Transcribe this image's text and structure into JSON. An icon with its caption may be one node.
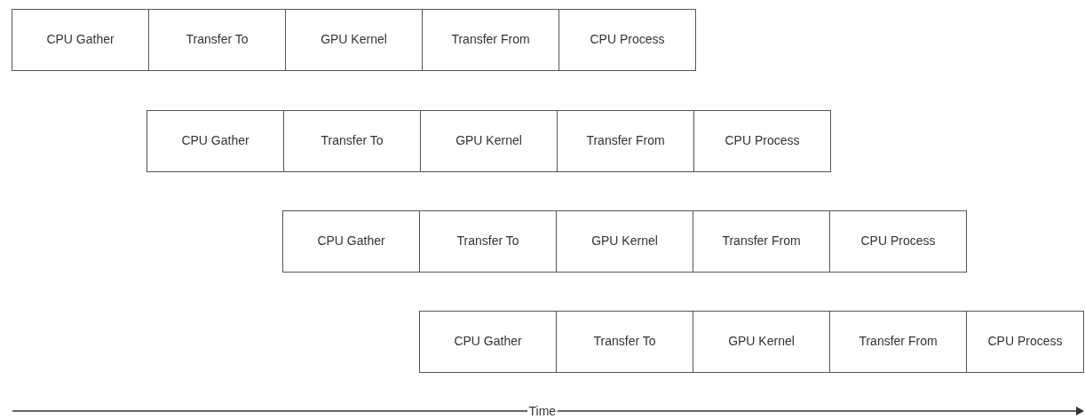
{
  "diagram": {
    "nodes": [
      {
        "text": [
          "CPU Gather"
        ]
      },
      {
        "text": [
          "Transfer To"
        ]
      },
      {
        "text": [
          "GPU Kernel"
        ]
      },
      {
        "text": [
          "Transfer From"
        ]
      },
      {
        "text": [
          "CPU Process"
        ]
      },
      {
        "text": [
          "CPU Gather"
        ]
      },
      {
        "text": [
          "Transfer To"
        ]
      },
      {
        "text": [
          "GPU Kernel"
        ]
      },
      {
        "text": [
          "Transfer From"
        ]
      },
      {
        "text": [
          "CPU Process"
        ]
      },
      {
        "text": [
          "CPU Gather"
        ]
      },
      {
        "text": [
          "Transfer To"
        ]
      },
      {
        "text": [
          "GPU Kernel"
        ]
      },
      {
        "text": [
          "Transfer From"
        ]
      },
      {
        "text": [
          "CPU Process"
        ]
      },
      {
        "text": [
          "CPU Gather"
        ]
      },
      {
        "text": [
          "Transfer To"
        ]
      },
      {
        "text": [
          "GPU Kernel"
        ]
      },
      {
        "text": [
          "Transfer From"
        ]
      },
      {
        "text": [
          "CPU Process"
        ]
      }
    ],
    "labels": [
      "Time"
    ]
  }
}
